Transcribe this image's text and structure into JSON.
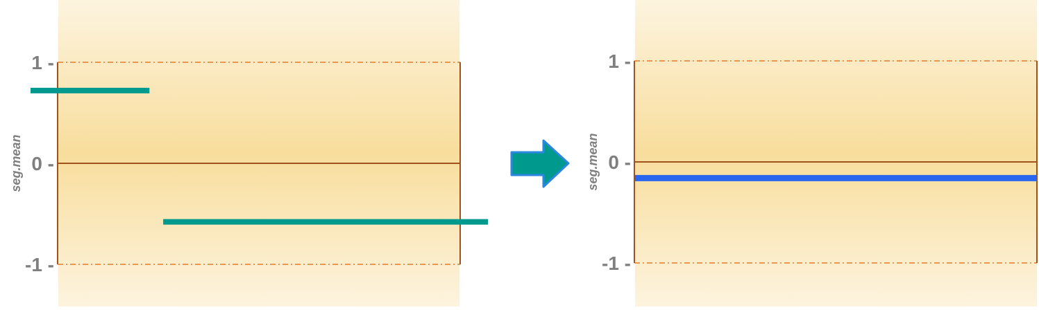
{
  "chart_data": [
    {
      "type": "line",
      "ylabel": "seg.mean",
      "ylim": [
        -1,
        1
      ],
      "yticks": [
        1,
        0,
        -1
      ],
      "ytick_labels": [
        "1 -",
        "0 -",
        "-1 -"
      ],
      "reference_lines": [
        {
          "y": 1,
          "style": "dash-dot",
          "color": "#e37b28"
        },
        {
          "y": 0,
          "style": "solid",
          "color": "#a0521d"
        },
        {
          "y": -1,
          "style": "dash-dot",
          "color": "#e37b28"
        }
      ],
      "segments": [
        {
          "y": 0.72,
          "x_start": 0.0,
          "x_end": 0.26,
          "color": "#00998e"
        },
        {
          "y": -0.58,
          "x_start": 0.29,
          "x_end": 1.0,
          "color": "#00998e"
        }
      ]
    },
    {
      "type": "line",
      "ylabel": "seg.mean",
      "ylim": [
        -1,
        1
      ],
      "yticks": [
        1,
        0,
        -1
      ],
      "ytick_labels": [
        "1 -",
        "0 -",
        "-1 -"
      ],
      "reference_lines": [
        {
          "y": 1,
          "style": "dash-dot",
          "color": "#e37b28"
        },
        {
          "y": 0,
          "style": "solid",
          "color": "#a0521d"
        },
        {
          "y": -1,
          "style": "dash-dot",
          "color": "#e37b28"
        }
      ],
      "segments": [
        {
          "y": -0.16,
          "x_start": 0.0,
          "x_end": 1.0,
          "color": "#2866f0"
        }
      ]
    }
  ],
  "arrow": {
    "icon": "right-arrow-icon",
    "fill": "#00998e",
    "stroke": "#2b87e0"
  },
  "colors": {
    "band_light": "#fdf3dc",
    "band_dark": "#f8dd9c",
    "frame": "#a0521d"
  }
}
